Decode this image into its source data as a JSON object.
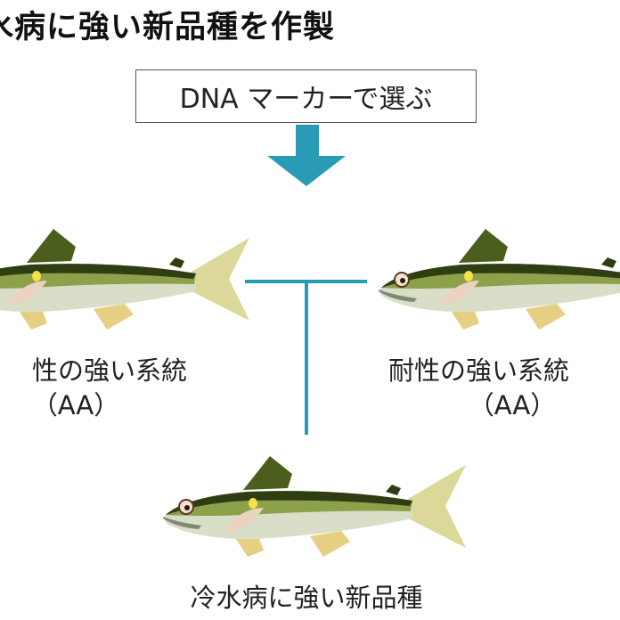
{
  "title": "水病に強い新品種を作製",
  "method_box": "DNA マーカーで選ぶ",
  "left_parent": {
    "name": "性の強い系統",
    "genotype": "（AA）"
  },
  "right_parent": {
    "name": "耐性の強い系統",
    "genotype": "（AA）"
  },
  "offspring": {
    "name": "冷水病に強い新品種"
  },
  "colors": {
    "accent": "#2a9bb5",
    "fish_back": "#2f3d12",
    "fish_side": "#8da04a",
    "fish_belly": "#d9dec9",
    "fin": "#e6cf82"
  }
}
